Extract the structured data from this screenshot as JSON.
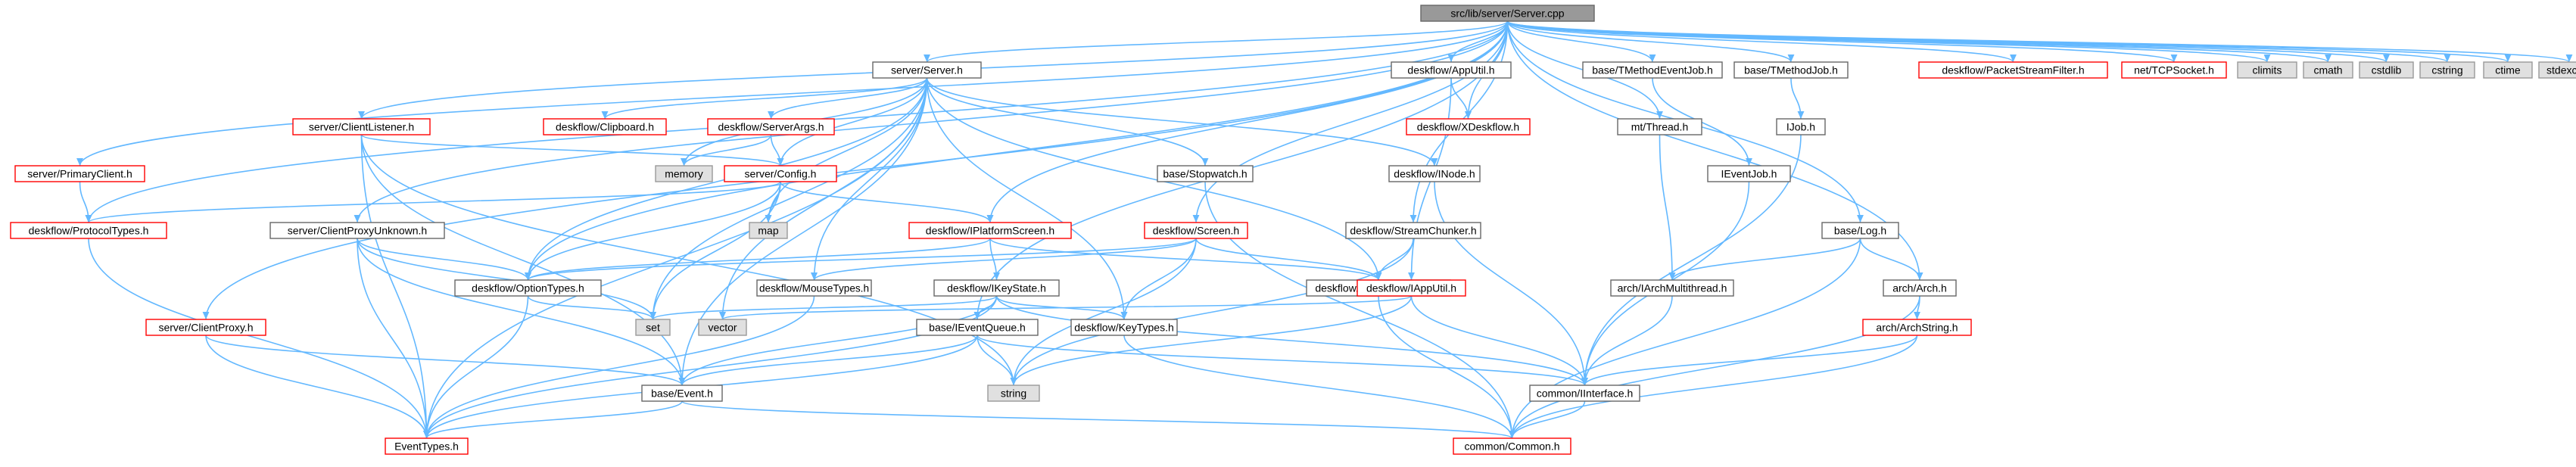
{
  "colors": {
    "edge": "#63b8ff",
    "root_fill": "#999999",
    "root_border": "#666666",
    "normal_fill": "#ffffff",
    "normal_border": "#666666",
    "red_border": "#ff0000",
    "system_fill": "#e0e0e0",
    "system_border": "#999999",
    "text": "#000000"
  },
  "nodes": [
    {
      "id": "root",
      "label": "src/lib/server/Server.cpp",
      "style": "root"
    },
    {
      "id": "serverh",
      "label": "server/Server.h",
      "style": "normal"
    },
    {
      "id": "apputil",
      "label": "deskflow/AppUtil.h",
      "style": "normal"
    },
    {
      "id": "tmeje",
      "label": "base/TMethodEventJob.h",
      "style": "normal"
    },
    {
      "id": "tmj",
      "label": "base/TMethodJob.h",
      "style": "normal"
    },
    {
      "id": "psf",
      "label": "deskflow/PacketStreamFilter.h",
      "style": "red"
    },
    {
      "id": "tcps",
      "label": "net/TCPSocket.h",
      "style": "red"
    },
    {
      "id": "climits",
      "label": "climits",
      "style": "system"
    },
    {
      "id": "cmath",
      "label": "cmath",
      "style": "system"
    },
    {
      "id": "cstdlib",
      "label": "cstdlib",
      "style": "system"
    },
    {
      "id": "cstring",
      "label": "cstring",
      "style": "system"
    },
    {
      "id": "ctime",
      "label": "ctime",
      "style": "system"
    },
    {
      "id": "stdexcept",
      "label": "stdexcept",
      "style": "system"
    },
    {
      "id": "clistener",
      "label": "server/ClientListener.h",
      "style": "red"
    },
    {
      "id": "clipboard",
      "label": "deskflow/Clipboard.h",
      "style": "red"
    },
    {
      "id": "serverargs",
      "label": "deskflow/ServerArgs.h",
      "style": "red"
    },
    {
      "id": "xdeskflow",
      "label": "deskflow/XDeskflow.h",
      "style": "red"
    },
    {
      "id": "thread",
      "label": "mt/Thread.h",
      "style": "normal"
    },
    {
      "id": "ijob",
      "label": "IJob.h",
      "style": "normal"
    },
    {
      "id": "primary",
      "label": "server/PrimaryClient.h",
      "style": "red"
    },
    {
      "id": "memory",
      "label": "memory",
      "style": "system"
    },
    {
      "id": "config",
      "label": "server/Config.h",
      "style": "red"
    },
    {
      "id": "stopwatch",
      "label": "base/Stopwatch.h",
      "style": "normal"
    },
    {
      "id": "inode",
      "label": "deskflow/INode.h",
      "style": "normal"
    },
    {
      "id": "ieventjob",
      "label": "IEventJob.h",
      "style": "normal"
    },
    {
      "id": "protocol",
      "label": "deskflow/ProtocolTypes.h",
      "style": "red"
    },
    {
      "id": "map",
      "label": "map",
      "style": "system"
    },
    {
      "id": "cpu",
      "label": "server/ClientProxyUnknown.h",
      "style": "normal"
    },
    {
      "id": "ipscreen",
      "label": "deskflow/IPlatformScreen.h",
      "style": "red"
    },
    {
      "id": "screen",
      "label": "deskflow/Screen.h",
      "style": "red"
    },
    {
      "id": "stream",
      "label": "deskflow/StreamChunker.h",
      "style": "normal"
    },
    {
      "id": "log",
      "label": "base/Log.h",
      "style": "normal"
    },
    {
      "id": "option",
      "label": "deskflow/OptionTypes.h",
      "style": "normal"
    },
    {
      "id": "mouse",
      "label": "deskflow/MouseTypes.h",
      "style": "normal"
    },
    {
      "id": "ikeystate",
      "label": "deskflow/IKeyState.h",
      "style": "normal"
    },
    {
      "id": "cliptypes",
      "label": "deskflow/ClipboardTypes.h",
      "style": "normal"
    },
    {
      "id": "iapputil",
      "label": "deskflow/IAppUtil.h",
      "style": "red"
    },
    {
      "id": "archmt",
      "label": "arch/IArchMultithread.h",
      "style": "normal"
    },
    {
      "id": "arch",
      "label": "arch/Arch.h",
      "style": "normal"
    },
    {
      "id": "clientproxy",
      "label": "server/ClientProxy.h",
      "style": "red"
    },
    {
      "id": "set",
      "label": "set",
      "style": "system"
    },
    {
      "id": "vector",
      "label": "vector",
      "style": "system"
    },
    {
      "id": "ieventqueue",
      "label": "base/IEventQueue.h",
      "style": "normal"
    },
    {
      "id": "keytypes",
      "label": "deskflow/KeyTypes.h",
      "style": "normal"
    },
    {
      "id": "archstring",
      "label": "arch/ArchString.h",
      "style": "red"
    },
    {
      "id": "event",
      "label": "base/Event.h",
      "style": "normal"
    },
    {
      "id": "string",
      "label": "string",
      "style": "system"
    },
    {
      "id": "iinterface",
      "label": "common/IInterface.h",
      "style": "normal"
    },
    {
      "id": "eventtypes",
      "label": "EventTypes.h",
      "style": "red"
    },
    {
      "id": "common",
      "label": "common/Common.h",
      "style": "red"
    }
  ],
  "edges": [
    [
      "root",
      "serverh"
    ],
    [
      "root",
      "apputil"
    ],
    [
      "root",
      "tmeje"
    ],
    [
      "root",
      "tmj"
    ],
    [
      "root",
      "psf"
    ],
    [
      "root",
      "tcps"
    ],
    [
      "root",
      "climits"
    ],
    [
      "root",
      "cmath"
    ],
    [
      "root",
      "cstdlib"
    ],
    [
      "root",
      "cstring"
    ],
    [
      "root",
      "ctime"
    ],
    [
      "root",
      "stdexcept"
    ],
    [
      "root",
      "clistener"
    ],
    [
      "root",
      "primary"
    ],
    [
      "root",
      "protocol"
    ],
    [
      "root",
      "cpu"
    ],
    [
      "root",
      "clientproxy"
    ],
    [
      "root",
      "option"
    ],
    [
      "root",
      "ipscreen"
    ],
    [
      "root",
      "xdeskflow"
    ],
    [
      "root",
      "thread"
    ],
    [
      "root",
      "screen"
    ],
    [
      "root",
      "stream"
    ],
    [
      "root",
      "log"
    ],
    [
      "root",
      "arch"
    ],
    [
      "root",
      "ieventqueue"
    ],
    [
      "serverh",
      "clipboard"
    ],
    [
      "serverh",
      "serverargs"
    ],
    [
      "serverh",
      "config"
    ],
    [
      "serverh",
      "memory"
    ],
    [
      "serverh",
      "map"
    ],
    [
      "serverh",
      "stopwatch"
    ],
    [
      "serverh",
      "inode"
    ],
    [
      "serverh",
      "option"
    ],
    [
      "serverh",
      "mouse"
    ],
    [
      "serverh",
      "set"
    ],
    [
      "serverh",
      "vector"
    ],
    [
      "serverh",
      "keytypes"
    ],
    [
      "serverh",
      "cliptypes"
    ],
    [
      "serverh",
      "eventtypes"
    ],
    [
      "serverh",
      "event"
    ],
    [
      "apputil",
      "xdeskflow"
    ],
    [
      "apputil",
      "iapputil"
    ],
    [
      "tmeje",
      "ieventjob"
    ],
    [
      "tmj",
      "ijob"
    ],
    [
      "clistener",
      "config"
    ],
    [
      "clistener",
      "eventtypes"
    ],
    [
      "clistener",
      "event"
    ],
    [
      "clistener",
      "string"
    ],
    [
      "serverargs",
      "memory"
    ],
    [
      "serverargs",
      "config"
    ],
    [
      "config",
      "protocol"
    ],
    [
      "config",
      "ipscreen"
    ],
    [
      "config",
      "option"
    ],
    [
      "config",
      "map"
    ],
    [
      "config",
      "set"
    ],
    [
      "thread",
      "archmt"
    ],
    [
      "ijob",
      "iinterface"
    ],
    [
      "ieventjob",
      "iinterface"
    ],
    [
      "primary",
      "protocol"
    ],
    [
      "protocol",
      "eventtypes"
    ],
    [
      "stopwatch",
      "common"
    ],
    [
      "inode",
      "iinterface"
    ],
    [
      "cpu",
      "option"
    ],
    [
      "cpu",
      "event"
    ],
    [
      "cpu",
      "eventtypes"
    ],
    [
      "cpu",
      "set"
    ],
    [
      "ipscreen",
      "option"
    ],
    [
      "ipscreen",
      "ikeystate"
    ],
    [
      "ipscreen",
      "cliptypes"
    ],
    [
      "screen",
      "option"
    ],
    [
      "screen",
      "mouse"
    ],
    [
      "screen",
      "keytypes"
    ],
    [
      "screen",
      "cliptypes"
    ],
    [
      "screen",
      "string"
    ],
    [
      "stream",
      "cliptypes"
    ],
    [
      "stream",
      "string"
    ],
    [
      "log",
      "archmt"
    ],
    [
      "log",
      "arch"
    ],
    [
      "log",
      "common"
    ],
    [
      "option",
      "set"
    ],
    [
      "option",
      "eventtypes"
    ],
    [
      "mouse",
      "eventtypes"
    ],
    [
      "ikeystate",
      "ieventqueue"
    ],
    [
      "ikeystate",
      "keytypes"
    ],
    [
      "ikeystate",
      "event"
    ],
    [
      "ikeystate",
      "eventtypes"
    ],
    [
      "ikeystate",
      "iinterface"
    ],
    [
      "ikeystate",
      "set"
    ],
    [
      "cliptypes",
      "common"
    ],
    [
      "iapputil",
      "iinterface"
    ],
    [
      "iapputil",
      "string"
    ],
    [
      "iapputil",
      "vector"
    ],
    [
      "archmt",
      "iinterface"
    ],
    [
      "arch",
      "archstring"
    ],
    [
      "arch",
      "common"
    ],
    [
      "clientproxy",
      "event"
    ],
    [
      "clientproxy",
      "eventtypes"
    ],
    [
      "ieventqueue",
      "event"
    ],
    [
      "ieventqueue",
      "eventtypes"
    ],
    [
      "ieventqueue",
      "string"
    ],
    [
      "ieventqueue",
      "iinterface"
    ],
    [
      "keytypes",
      "common"
    ],
    [
      "archstring",
      "iinterface"
    ],
    [
      "archstring",
      "common"
    ],
    [
      "event",
      "common"
    ],
    [
      "event",
      "eventtypes"
    ],
    [
      "iinterface",
      "common"
    ]
  ]
}
